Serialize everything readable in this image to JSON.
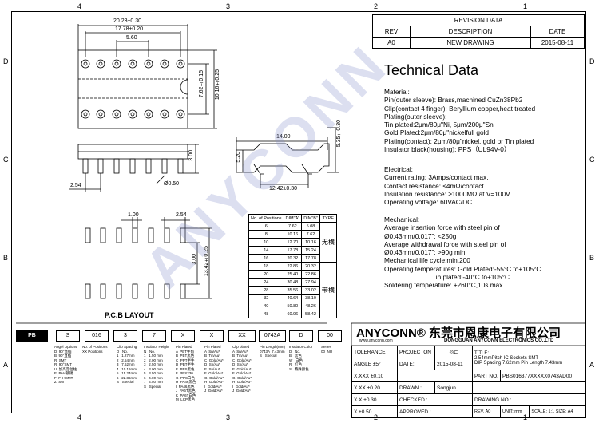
{
  "zones": {
    "top": [
      "4",
      "3",
      "2",
      "1"
    ],
    "bottom": [
      "4",
      "3",
      "2",
      "1"
    ],
    "left": [
      "D",
      "C",
      "B",
      "A"
    ],
    "right": [
      "D",
      "C",
      "B",
      "A"
    ]
  },
  "revision": {
    "title": "REVISION DATA",
    "headers": [
      "REV",
      "DESCRIPTION",
      "DATE"
    ],
    "rows": [
      [
        "A0",
        "NEW DRAWING",
        "2015-08-11"
      ]
    ]
  },
  "tech": {
    "title": "Technical Data",
    "material": [
      "Material:",
      "Pin(outer sleeve): Brass,machined CuZn38Pb2",
      "Clip(contact 4 finger): Beryllium copper,heat treated",
      "Plating(outer sleeve):",
      "Tin plated:2μm/80μ\"Ni, 5μm/200μ\"Sn",
      "Gold Plated:2μm/80μ\"nickelfull gold",
      "Plating(contact): 2μm/80μ\"nickel, gold or Tin plated",
      "Insulator black(housing): PPS（UL94V-0）"
    ],
    "electrical": [
      "Electrical:",
      "Current rating: 3Amps/contact max.",
      "Contact resistance: ≤4mΩ/contact",
      "Insulation resistance: ≥1000MΩ at V=100V",
      "Operating voltage: 60VAC/DC"
    ],
    "mechanical": [
      "Mechanical:",
      "Average insertion force with steel pin of",
      "Ø0.43mm/0.017\": <250g",
      "Average withdrawal force with steel pin of",
      "Ø0.43mm/0.017\": >90g min.",
      "Mechanical life cycle:min.200",
      "Operating temperatures: Gold Plated:-55°C to+105°C",
      "Tin plated:-40°C to+105°C",
      "Soldering temperature: +260°C,10s max"
    ]
  },
  "dims": {
    "top_w1": "20.23±0.30",
    "top_w2": "17.78±0.20",
    "top_w3": "5.60",
    "top_h1": "7.62±0.15",
    "top_h2": "10.16±0.25",
    "side_h": "3.00",
    "side_pitch": "2.54",
    "side_pin": "Ø0.50",
    "end_w": "14.00",
    "end_h1": "5.35±0.30",
    "end_h2": "5.20",
    "end_w2": "12.42±0.30",
    "pcb_a": "1.00",
    "pcb_b": "2.54",
    "pcb_h1": "3.00",
    "pcb_h2": "13.42±0.25",
    "pcb_title": "P.C.B  LAYOUT"
  },
  "positions": {
    "headers": [
      "No. of Positions",
      "DIM\"A\"",
      "DIM\"B\"",
      "TYPE"
    ],
    "rows": [
      [
        "6",
        "7.62",
        "5.08"
      ],
      [
        "8",
        "10.16",
        "7.62"
      ],
      [
        "10",
        "12.70",
        "10.16"
      ],
      [
        "14",
        "17.78",
        "15.24"
      ],
      [
        "16",
        "20.32",
        "17.78"
      ],
      [
        "18",
        "22.86",
        "20.32"
      ],
      [
        "20",
        "25.40",
        "22.86"
      ],
      [
        "24",
        "30.48",
        "27.94"
      ],
      [
        "28",
        "35.56",
        "33.02"
      ],
      [
        "32",
        "40.64",
        "38.10"
      ],
      [
        "40",
        "50.80",
        "48.26"
      ],
      [
        "48",
        "60.96",
        "58.42"
      ]
    ],
    "type_a": "无横",
    "type_b": "带横"
  },
  "part_number": {
    "codes": [
      "PB",
      "S",
      "016",
      "3",
      "7",
      "X",
      "X",
      "XX",
      "0743A",
      "D",
      "00"
    ],
    "descs": [
      "Angel Options\nD  90°直插\nB  90°直插\nR  SMT\nR  90°SMT\nU  加高定位柱\nE  PH+镀锡\nF  FH+SMT\nZ  SMT",
      "No. of Positions\nXX Positions",
      "Clip Spacing\nD   No.\n1   1.27mm\n2   2.54mm\n3   7.62mm\n4   10.16mm\n5   15.24mm\n6   22.86mm\nS   Special",
      "Insulator Height\nN   No.\n1   1.50 mm\n2   2.00 mm\n3   2.50 mm\n4   3.00 mm\n5   3.50 mm\n6   4.00 mm\n7   4.50 mm\nS   Special",
      "Pin Plated\nA  PBT牛角\nB  PBT黑色\nC  PPT半牛\nD  PBT半牛\nE  PPS黑色\nF  PPS230\nG  PPS白色\nH  PA46黑色\nI  PA46黑色\nJ  PA6T黑色\nK  PA6T白色\nM  LCP黑色",
      "Pin Plated\nA  Sn/Au*\nB  Tin/Au*\nC  Gold/Au*\nD  Sn/Au*\nE  Sn/Au*\nF  Gold/Au*\nG  Gold/Au*\nH  Gold/Au*\nI  Gold/Au*\nJ  Gold/Au*",
      "Clip plated\nA  Sn/Au*\nB  Tin/Au*\nC  Gold/Au*\nD  Sn/Au*\nE  Gold/Au*\nF  Gold/Au*\nG  Gold/Au*\nH  Gold/Au*\nI  Gold/Au*\nJ  Gold/Au*",
      "Pin Length(mm)\n0743A  7.43mm\nS   Special",
      "Insulator Color\nD   No.\nB   黑色\nW   白色\nR   红色\nS   特殊颜色",
      "Series\n00  NO"
    ]
  },
  "company": {
    "name": "ANYCONN® 东莞市恩康电子有限公司",
    "web": "www.anyconn.com",
    "name_en": "DONGGUAN  ANYCONN  ELECTRONICS  CO.,LTD"
  },
  "title_block": {
    "tolerance": "TOLERANCE",
    "projection": "PROJECTON",
    "title_label": "TITLE:",
    "title_1": "2.54mmPitch IC Sockets SMT",
    "title_2": "DIP Spacing 7.62mm Pin Length 7.43mm",
    "angle": "ANGLE  ±5°",
    "x1": "X.XXX",
    "x1v": "±0.10",
    "x2": "X.XX",
    "x2v": "±0.20",
    "x3": "X.X",
    "x3v": "±0.30",
    "x4": "X",
    "x4v": "±0.50",
    "date_label": "DATE:",
    "date": "2015-08-11",
    "part_no_label": "PART NO.",
    "part_no": "PBS016377XXXXX0743AD00",
    "drawn_label": "DRAWN :",
    "drawn": "Songjun",
    "checked_label": "CHECKED :",
    "drawing_label": "DRAWING NO.:",
    "approved_label": "APPROVED :",
    "rev_label": "REV.",
    "rev": "A0",
    "unit_label": "UNIT:",
    "unit": "mm",
    "scale_label": "SCALE:",
    "scale": "1:1",
    "size_label": "SIZE:",
    "size": "A4"
  },
  "watermark": "ANYCONN"
}
